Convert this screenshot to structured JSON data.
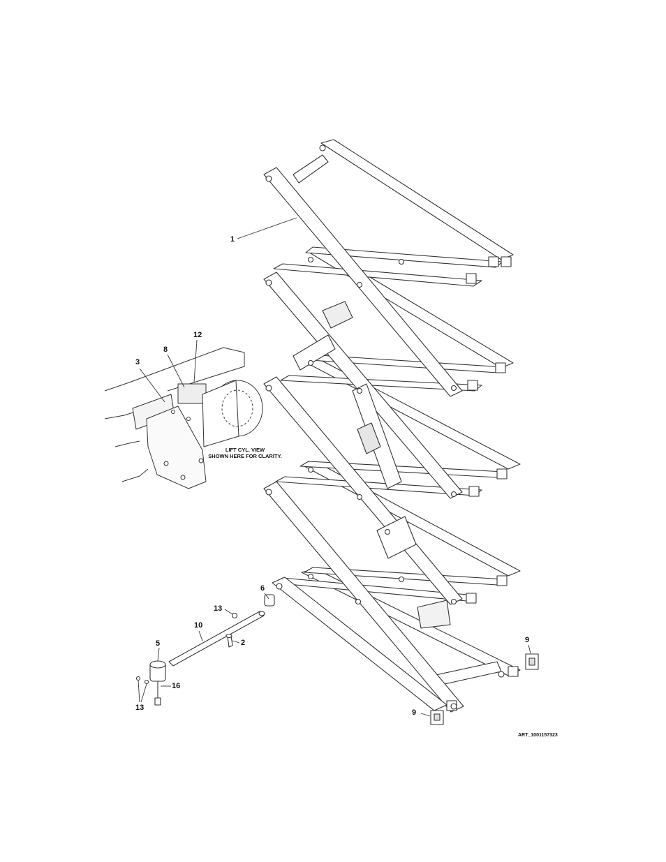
{
  "callouts": {
    "c1": "1",
    "c2": "2",
    "c3": "3",
    "c5": "5",
    "c6": "6",
    "c8": "8",
    "c9a": "9",
    "c9b": "9",
    "c10": "10",
    "c12": "12",
    "c13a": "13",
    "c13b": "13",
    "c16": "16"
  },
  "note": {
    "line1": "LIFT CYL. VIEW",
    "line2": "SHOWN HERE FOR CLARITY."
  },
  "art_number": "ART_1001157323",
  "colors": {
    "line": "#333333",
    "fill": "#ffffff",
    "shade": "#dcdcdc"
  }
}
